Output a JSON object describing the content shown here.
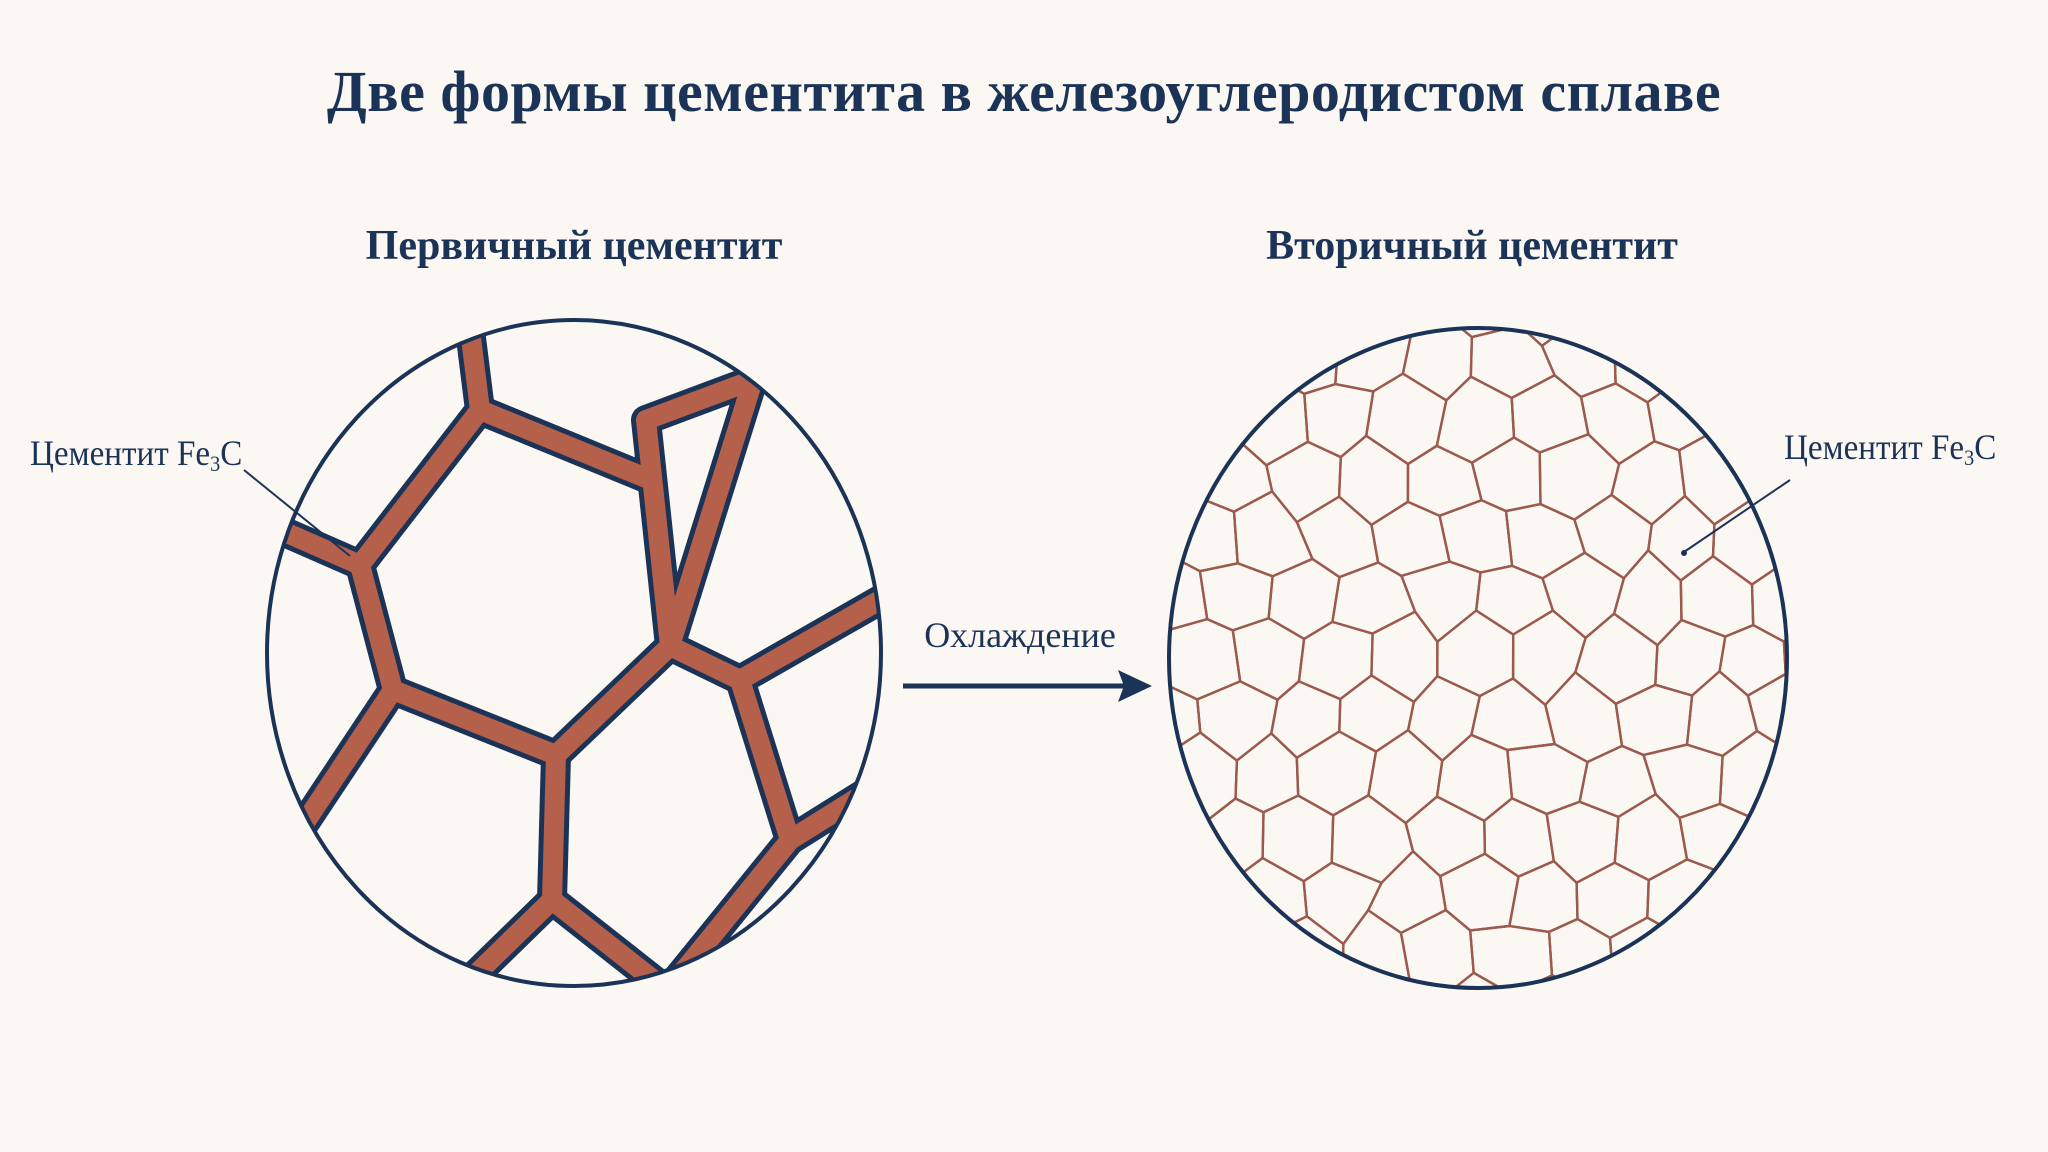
{
  "title": "Две формы цементита в железоуглеродистом сплаве",
  "left_panel": {
    "title": "Первичный цементит",
    "callout_main": "Цементит Fe",
    "callout_sub": "3",
    "callout_end": "C"
  },
  "right_panel": {
    "title": "Вторичный цементит",
    "callout_main": "Цементит Fe",
    "callout_sub": "3",
    "callout_end": "C"
  },
  "arrow_label": "Охлаждение",
  "colors": {
    "background": "#fbf8f4",
    "outline": "#1c3358",
    "cementite": "#b5604a",
    "cementite_thin": "#9c5a4c"
  }
}
